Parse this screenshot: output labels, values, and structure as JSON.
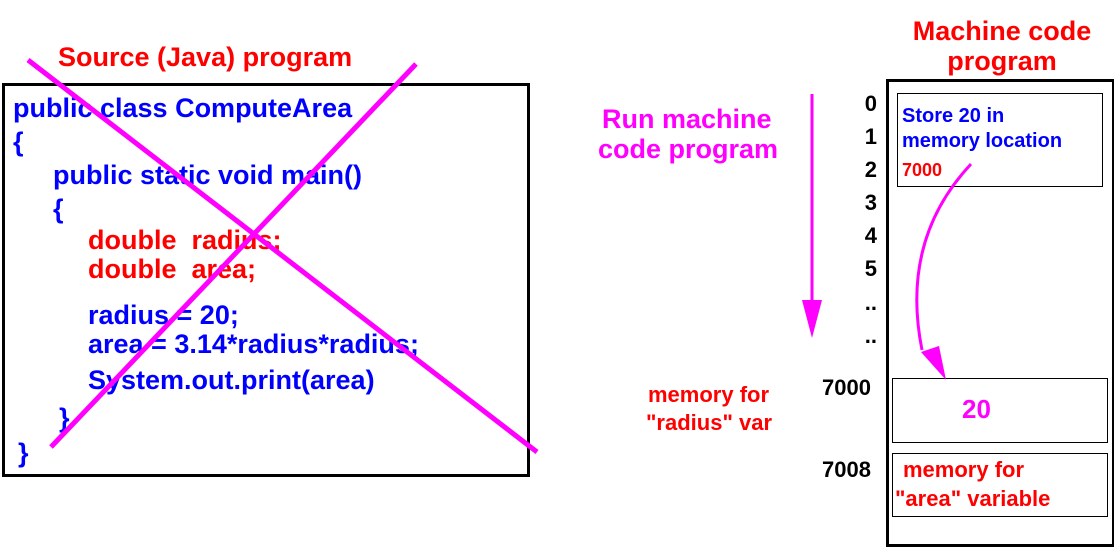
{
  "source": {
    "title": "Source (Java) program",
    "lines": [
      {
        "text": "public class ComputeArea",
        "color": "blue"
      },
      {
        "text": "{",
        "color": "blue"
      },
      {
        "text": "public static void main()",
        "color": "blue"
      },
      {
        "text": "{",
        "color": "blue"
      },
      {
        "text": "double  radius;",
        "color": "red"
      },
      {
        "text": "double  area;",
        "color": "red"
      },
      {
        "text": "radius = 20;",
        "color": "blue"
      },
      {
        "text": "area = 3.14*radius*radius;",
        "color": "blue"
      },
      {
        "text": "System.out.print(area)",
        "color": "blue"
      },
      {
        "text": "}",
        "color": "blue"
      },
      {
        "text": "}",
        "color": "blue"
      }
    ],
    "crossed_out": true
  },
  "run_label": {
    "line1": "Run machine",
    "line2": "code program"
  },
  "machine_code": {
    "title": "Machine code program",
    "addresses": [
      "0",
      "1",
      "2",
      "3",
      "4",
      "5",
      "..",
      ".."
    ],
    "instruction": {
      "line1": "Store 20 in",
      "line2": "memory location",
      "target_address": "7000"
    },
    "memory_cells": [
      {
        "address": "7000",
        "value": "20",
        "side_label_line1": "memory for",
        "side_label_line2": "\"radius\" var"
      },
      {
        "address": "7008",
        "label_line1": "memory for",
        "label_line2": "\"area\" variable"
      }
    ]
  },
  "colors": {
    "accent": "#ff00ff",
    "declaration": "#ff0000",
    "code": "#0000ff",
    "border": "#000000"
  }
}
